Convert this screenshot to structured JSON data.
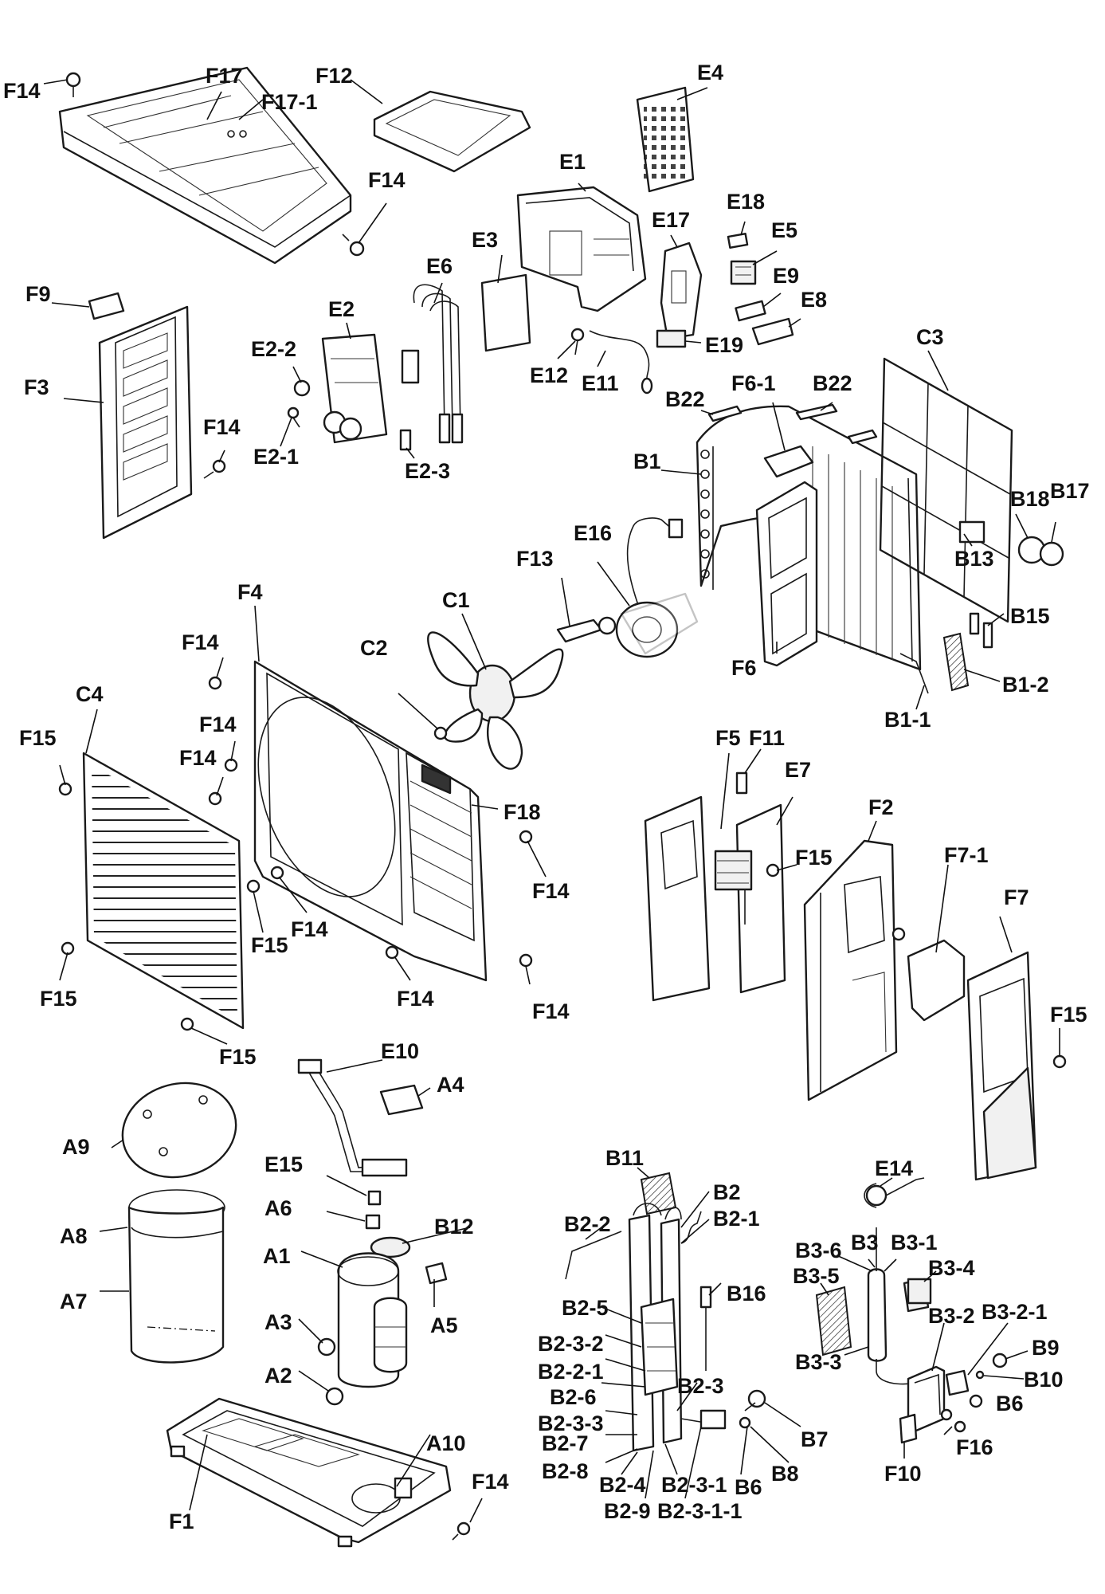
{
  "labels": [
    {
      "id": "F14_a",
      "text": "F14"
    },
    {
      "id": "F17",
      "text": "F17"
    },
    {
      "id": "F17_1",
      "text": "F17-1"
    },
    {
      "id": "F12",
      "text": "F12"
    },
    {
      "id": "E4",
      "text": "E4"
    },
    {
      "id": "E1",
      "text": "E1"
    },
    {
      "id": "F14_b",
      "text": "F14"
    },
    {
      "id": "E17",
      "text": "E17"
    },
    {
      "id": "E18",
      "text": "E18"
    },
    {
      "id": "E5",
      "text": "E5"
    },
    {
      "id": "E3",
      "text": "E3"
    },
    {
      "id": "E6",
      "text": "E6"
    },
    {
      "id": "E9",
      "text": "E9"
    },
    {
      "id": "E8",
      "text": "E8"
    },
    {
      "id": "F9",
      "text": "F9"
    },
    {
      "id": "E2",
      "text": "E2"
    },
    {
      "id": "E19",
      "text": "E19"
    },
    {
      "id": "E2_2",
      "text": "E2-2"
    },
    {
      "id": "E12",
      "text": "E12"
    },
    {
      "id": "E11",
      "text": "E11"
    },
    {
      "id": "C3",
      "text": "C3"
    },
    {
      "id": "F3",
      "text": "F3"
    },
    {
      "id": "B22_a",
      "text": "B22"
    },
    {
      "id": "F6_1",
      "text": "F6-1"
    },
    {
      "id": "B22_b",
      "text": "B22"
    },
    {
      "id": "F14_c",
      "text": "F14"
    },
    {
      "id": "E2_1",
      "text": "E2-1"
    },
    {
      "id": "E2_3",
      "text": "E2-3"
    },
    {
      "id": "B1",
      "text": "B1"
    },
    {
      "id": "B18",
      "text": "B18"
    },
    {
      "id": "B17",
      "text": "B17"
    },
    {
      "id": "E16",
      "text": "E16"
    },
    {
      "id": "B13",
      "text": "B13"
    },
    {
      "id": "F13",
      "text": "F13"
    },
    {
      "id": "F4",
      "text": "F4"
    },
    {
      "id": "C1",
      "text": "C1"
    },
    {
      "id": "B15",
      "text": "B15"
    },
    {
      "id": "F14_d",
      "text": "F14"
    },
    {
      "id": "C2",
      "text": "C2"
    },
    {
      "id": "F6",
      "text": "F6"
    },
    {
      "id": "B1_2",
      "text": "B1-2"
    },
    {
      "id": "C4",
      "text": "C4"
    },
    {
      "id": "B1_1",
      "text": "B1-1"
    },
    {
      "id": "F14_e",
      "text": "F14"
    },
    {
      "id": "F15_a",
      "text": "F15"
    },
    {
      "id": "F5",
      "text": "F5"
    },
    {
      "id": "F11",
      "text": "F11"
    },
    {
      "id": "F14_f",
      "text": "F14"
    },
    {
      "id": "E7",
      "text": "E7"
    },
    {
      "id": "F18",
      "text": "F18"
    },
    {
      "id": "F2",
      "text": "F2"
    },
    {
      "id": "F15_b",
      "text": "F15"
    },
    {
      "id": "F7_1",
      "text": "F7-1"
    },
    {
      "id": "F14_g",
      "text": "F14"
    },
    {
      "id": "F7",
      "text": "F7"
    },
    {
      "id": "F15_c",
      "text": "F15"
    },
    {
      "id": "F14_h",
      "text": "F14"
    },
    {
      "id": "F15_d",
      "text": "F15"
    },
    {
      "id": "F14_i",
      "text": "F14"
    },
    {
      "id": "F14_j",
      "text": "F14"
    },
    {
      "id": "F15_e",
      "text": "F15"
    },
    {
      "id": "F15_f",
      "text": "F15"
    },
    {
      "id": "E10",
      "text": "E10"
    },
    {
      "id": "A4",
      "text": "A4"
    },
    {
      "id": "A9",
      "text": "A9"
    },
    {
      "id": "E15",
      "text": "E15"
    },
    {
      "id": "B11",
      "text": "B11"
    },
    {
      "id": "E14",
      "text": "E14"
    },
    {
      "id": "A6",
      "text": "A6"
    },
    {
      "id": "B2",
      "text": "B2"
    },
    {
      "id": "B2_1",
      "text": "B2-1"
    },
    {
      "id": "A8",
      "text": "A8"
    },
    {
      "id": "B12",
      "text": "B12"
    },
    {
      "id": "B2_2",
      "text": "B2-2"
    },
    {
      "id": "B3_6",
      "text": "B3-6"
    },
    {
      "id": "B3",
      "text": "B3"
    },
    {
      "id": "B3_1",
      "text": "B3-1"
    },
    {
      "id": "A1",
      "text": "A1"
    },
    {
      "id": "B3_4",
      "text": "B3-4"
    },
    {
      "id": "A7",
      "text": "A7"
    },
    {
      "id": "B3_5",
      "text": "B3-5"
    },
    {
      "id": "B2_5",
      "text": "B2-5"
    },
    {
      "id": "B16",
      "text": "B16"
    },
    {
      "id": "B3_2",
      "text": "B3-2"
    },
    {
      "id": "B3_2_1",
      "text": "B3-2-1"
    },
    {
      "id": "A3",
      "text": "A3"
    },
    {
      "id": "A5",
      "text": "A5"
    },
    {
      "id": "B2_3_2",
      "text": "B2-3-2"
    },
    {
      "id": "B9",
      "text": "B9"
    },
    {
      "id": "B3_3",
      "text": "B3-3"
    },
    {
      "id": "B2_2_1",
      "text": "B2-2-1"
    },
    {
      "id": "B10",
      "text": "B10"
    },
    {
      "id": "A2",
      "text": "A2"
    },
    {
      "id": "B2_6",
      "text": "B2-6"
    },
    {
      "id": "B2_3",
      "text": "B2-3"
    },
    {
      "id": "B6_a",
      "text": "B6"
    },
    {
      "id": "B2_3_3",
      "text": "B2-3-3"
    },
    {
      "id": "B7",
      "text": "B7"
    },
    {
      "id": "B2_7",
      "text": "B2-7"
    },
    {
      "id": "A10",
      "text": "A10"
    },
    {
      "id": "F16",
      "text": "F16"
    },
    {
      "id": "F10",
      "text": "F10"
    },
    {
      "id": "B8",
      "text": "B8"
    },
    {
      "id": "B2_8",
      "text": "B2-8"
    },
    {
      "id": "B6_b",
      "text": "B6"
    },
    {
      "id": "F14_k",
      "text": "F14"
    },
    {
      "id": "B2_4",
      "text": "B2-4"
    },
    {
      "id": "B2_3_1",
      "text": "B2-3-1"
    },
    {
      "id": "F1",
      "text": "F1"
    },
    {
      "id": "B2_9",
      "text": "B2-9"
    },
    {
      "id": "B2_3_1_1",
      "text": "B2-3-1-1"
    }
  ]
}
